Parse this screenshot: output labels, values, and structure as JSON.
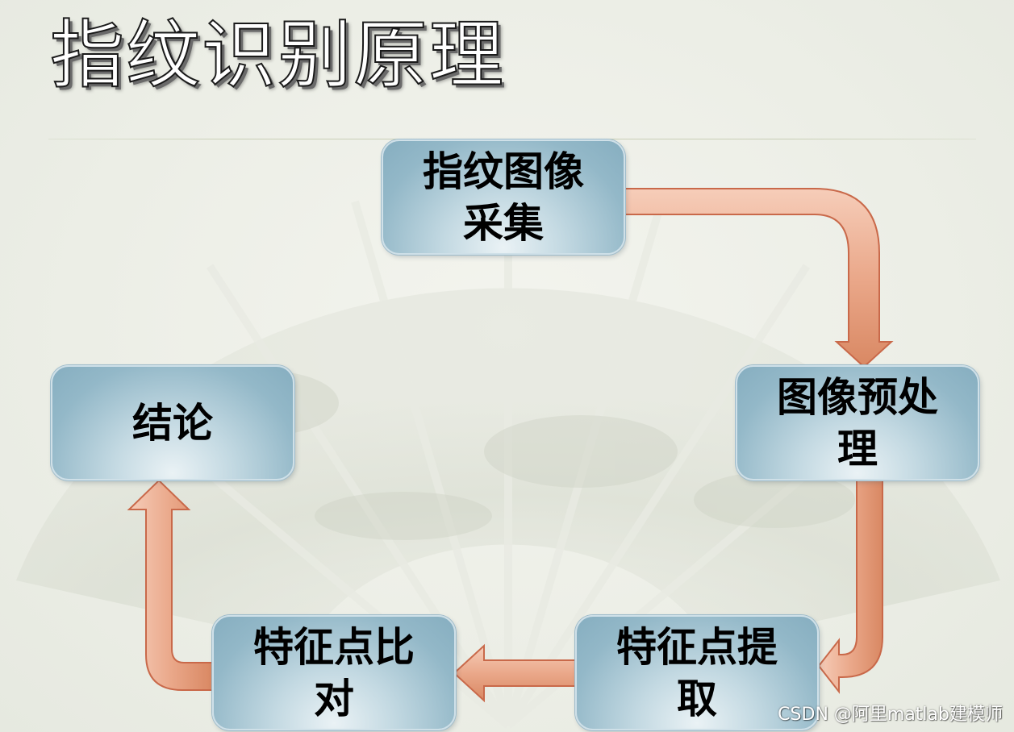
{
  "title": "指纹识别原理",
  "steps": {
    "acquisition": {
      "line1": "指纹图像",
      "line2": "采集"
    },
    "preprocessing": {
      "line1": "图像预处",
      "line2": "理"
    },
    "extraction": {
      "line1": "特征点提",
      "line2": "取"
    },
    "matching": {
      "line1": "特征点比",
      "line2": "对"
    },
    "conclusion": {
      "line1": "结论"
    }
  },
  "watermark": "CSDN @阿里matlab建模师",
  "colors": {
    "box_fill": "#93b8c8",
    "arrow_fill": "#e7a78a",
    "arrow_outline": "#c9694a",
    "background": "#eceee6"
  }
}
